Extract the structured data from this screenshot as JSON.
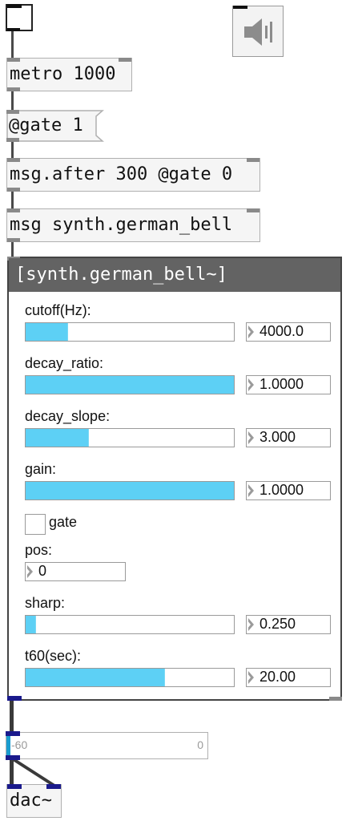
{
  "objects": {
    "metro": "metro 1000",
    "gate_msg": "@gate 1",
    "after_msg": "msg.after 300 @gate 0",
    "synth_msg": "msg synth.german_bell",
    "dac": "dac~"
  },
  "panel": {
    "title": "[synth.german_bell~]",
    "params": [
      {
        "label": "cutoff(Hz):",
        "value": "4000.0",
        "fill": 0.2
      },
      {
        "label": "decay_ratio:",
        "value": "1.0000",
        "fill": 1.0
      },
      {
        "label": "decay_slope:",
        "value": "3.000",
        "fill": 0.3
      },
      {
        "label": "gain:",
        "value": "1.0000",
        "fill": 1.0
      },
      {
        "label": "sharp:",
        "value": "0.250",
        "fill": 0.045
      },
      {
        "label": "t60(sec):",
        "value": "20.00",
        "fill": 0.665
      }
    ],
    "gate_label": "gate",
    "pos_label": "pos:",
    "pos_value": "0"
  },
  "vu": {
    "min_label": "-60",
    "max_label": "0"
  },
  "colors": {
    "slider_fill": "#5dd0f5",
    "panel_title_bg": "#636363",
    "signal_port": "#1a1a8c"
  },
  "icons": {
    "speaker": "speaker-icon",
    "bang_toggle": "toggle-icon"
  }
}
